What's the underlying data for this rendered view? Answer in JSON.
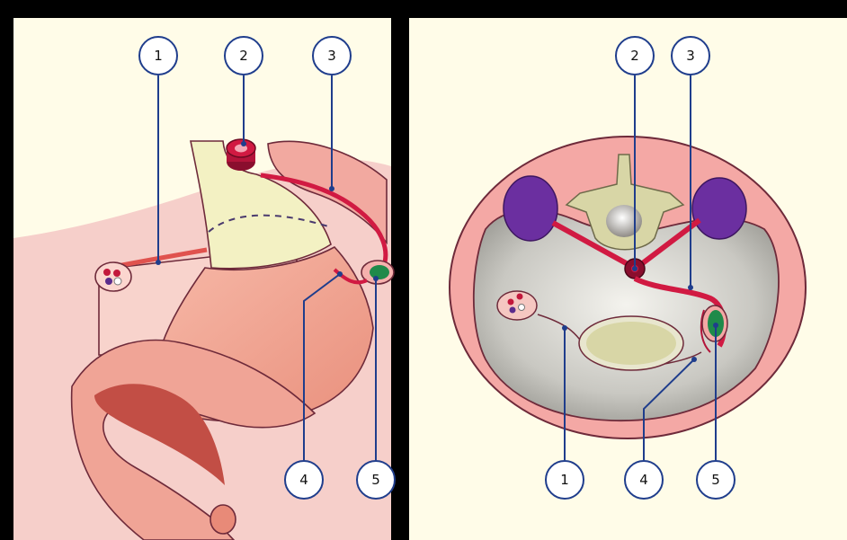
{
  "diagram": {
    "left_panel": {
      "callouts": [
        {
          "id": "left-1",
          "number": "1"
        },
        {
          "id": "left-2",
          "number": "2"
        },
        {
          "id": "left-3",
          "number": "3"
        },
        {
          "id": "left-4",
          "number": "4"
        },
        {
          "id": "left-5",
          "number": "5"
        }
      ]
    },
    "right_panel": {
      "callouts": [
        {
          "id": "right-1",
          "number": "1"
        },
        {
          "id": "right-2",
          "number": "2"
        },
        {
          "id": "right-3",
          "number": "3"
        },
        {
          "id": "right-4",
          "number": "4"
        },
        {
          "id": "right-5",
          "number": "5"
        }
      ]
    },
    "colors": {
      "background": "#000000",
      "panel": "#fffce8",
      "tissue_pink": "#f5b1ad",
      "tissue_light": "#fbd0c8",
      "vessel_red": "#d11a42",
      "dark_red": "#8a0e2e",
      "cavity_gray": "#bdbcb6",
      "organ_khaki": "#dcdba4",
      "kidney_purple": "#6b2fa0",
      "callout_stroke": "#1f3d8c",
      "green": "#1f8a4a"
    }
  }
}
